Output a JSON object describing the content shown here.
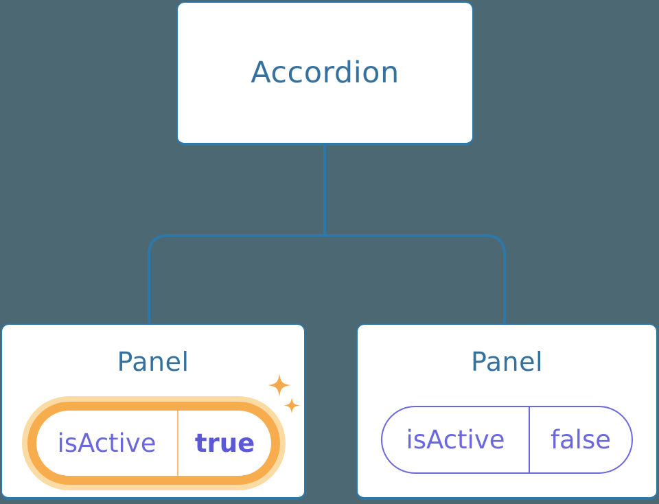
{
  "tree": {
    "root_label": "Accordion",
    "panels": [
      {
        "title": "Panel",
        "state_name": "isActive",
        "state_value": "true",
        "active": true,
        "highlight": "state-just-changed"
      },
      {
        "title": "Panel",
        "state_name": "isActive",
        "state_value": "false",
        "active": false,
        "highlight": "none"
      }
    ]
  },
  "icons": {
    "sparkles": "sparkle-icon"
  },
  "colors": {
    "background": "#4B6873",
    "connector_blue": "#2E77A7",
    "title_blue": "#35719E",
    "state_purple": "#6B68DC",
    "state_purple_bold": "#5C59D9",
    "highlight_orange": "#F7AD4D",
    "highlight_halo": "#FBDBA4",
    "box_fill": "#FFFFFF"
  }
}
